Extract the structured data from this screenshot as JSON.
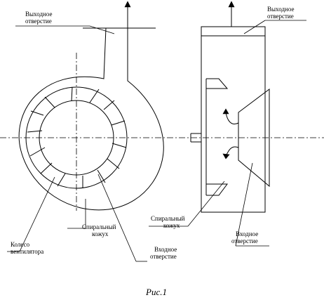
{
  "labels": {
    "outlet_left": [
      "Выходное",
      "отверстие"
    ],
    "outlet_right": [
      "Выходное",
      "отверстие"
    ],
    "spiral_left": [
      "Спиральный",
      "кожух"
    ],
    "spiral_right": [
      "Спиральный",
      "кожух"
    ],
    "impeller": [
      "Колесо",
      "вентилятора"
    ],
    "inlet_left": [
      "Входное",
      "отверстие"
    ],
    "inlet_right": [
      "Входное",
      "отверстие"
    ]
  },
  "caption": "Рис.1"
}
